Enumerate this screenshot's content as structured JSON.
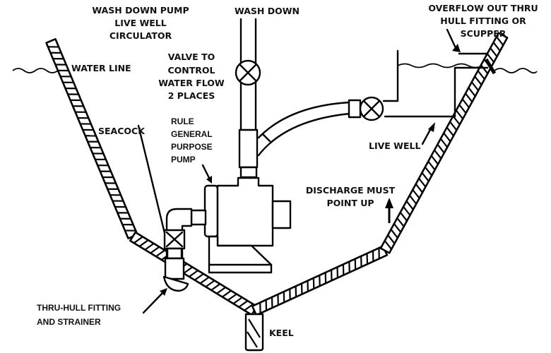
{
  "labels": {
    "title_line1": "WASH DOWN PUMP",
    "title_line2": "LIVE WELL",
    "title_line3": "CIRCULATOR",
    "wash_down": "WASH DOWN",
    "overflow_line1": "OVERFLOW OUT THRU",
    "overflow_line2": "HULL FITTING OR",
    "overflow_line3": "SCUPPER",
    "water_line": "WATER LINE",
    "valve_line1": "VALVE TO",
    "valve_line2": "CONTROL",
    "valve_line3": "WATER FLOW",
    "valve_line4": "2 PLACES",
    "seacock": "SEACOCK",
    "pump_line1": "RULE",
    "pump_line2": "GENERAL",
    "pump_line3": "PURPOSE",
    "pump_line4": "PUMP",
    "live_well": "LIVE WELL",
    "discharge_line1": "DISCHARGE MUST",
    "discharge_line2": "POINT UP",
    "thruhull_line1": "THRU-HULL FITTING",
    "thruhull_line2": "AND STRAINER",
    "keel": "KEEL"
  },
  "colors": {
    "line": "#000000",
    "background": "#ffffff"
  }
}
